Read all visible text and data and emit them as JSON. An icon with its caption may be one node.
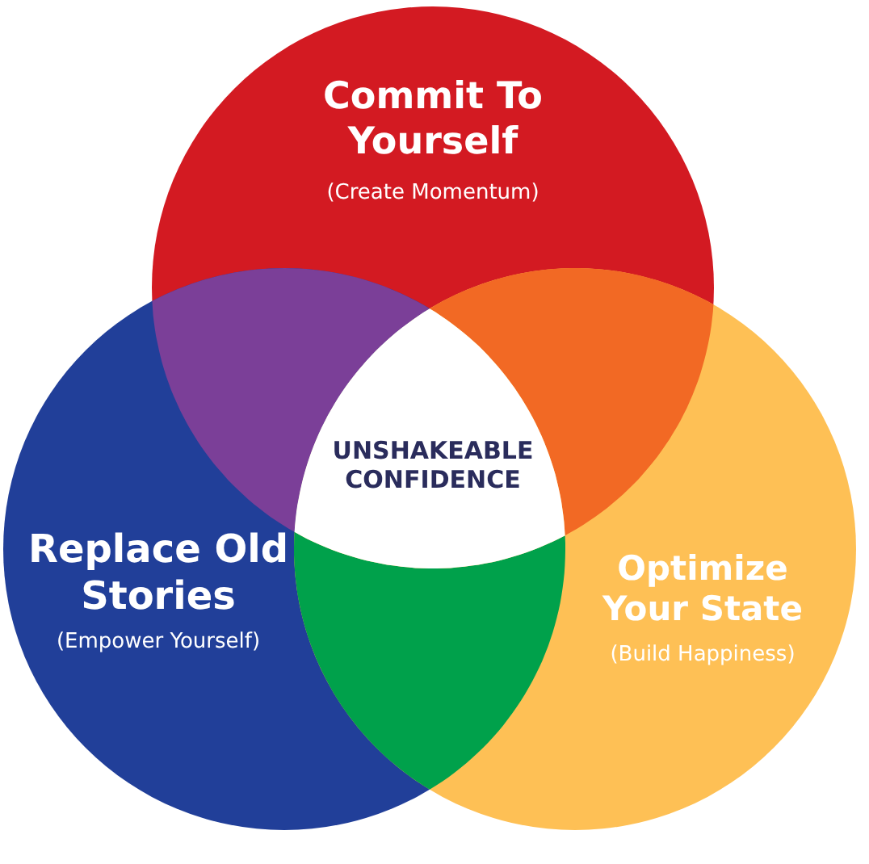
{
  "diagram": {
    "nodes": [
      {
        "text": [
          "Commit To Yourself",
          "(Create Momentum)"
        ]
      },
      {
        "text": [
          "UNSHAKEABLE CONFIDENCE"
        ]
      },
      {
        "text": [
          "Replace Old Stories",
          "(Empower Yourself)"
        ]
      },
      {
        "text": [
          "Optimize Your State",
          "(Build Happiness)"
        ]
      },
      {
        "text": [],
        "shape": "lens"
      },
      {
        "text": [],
        "shape": "lens"
      },
      {
        "text": [],
        "shape": "lens"
      }
    ]
  }
}
